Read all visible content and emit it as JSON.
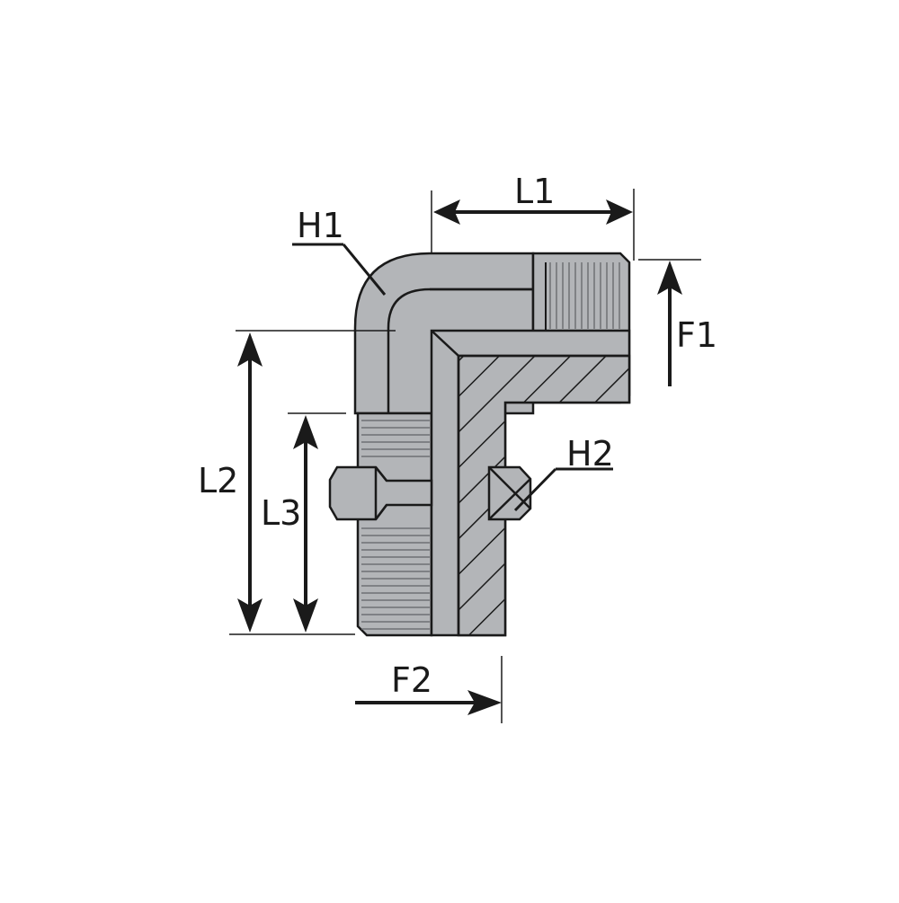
{
  "labels": {
    "h1": "H1",
    "h2": "H2",
    "l1": "L1",
    "l2": "L2",
    "l3": "L3",
    "f1": "F1",
    "f2": "F2"
  },
  "colors": {
    "body": "#b3b5b8",
    "body_dark": "#9c9ea2",
    "outline": "#1a1a1a",
    "line": "#1a1a1a",
    "background": "#ffffff"
  }
}
